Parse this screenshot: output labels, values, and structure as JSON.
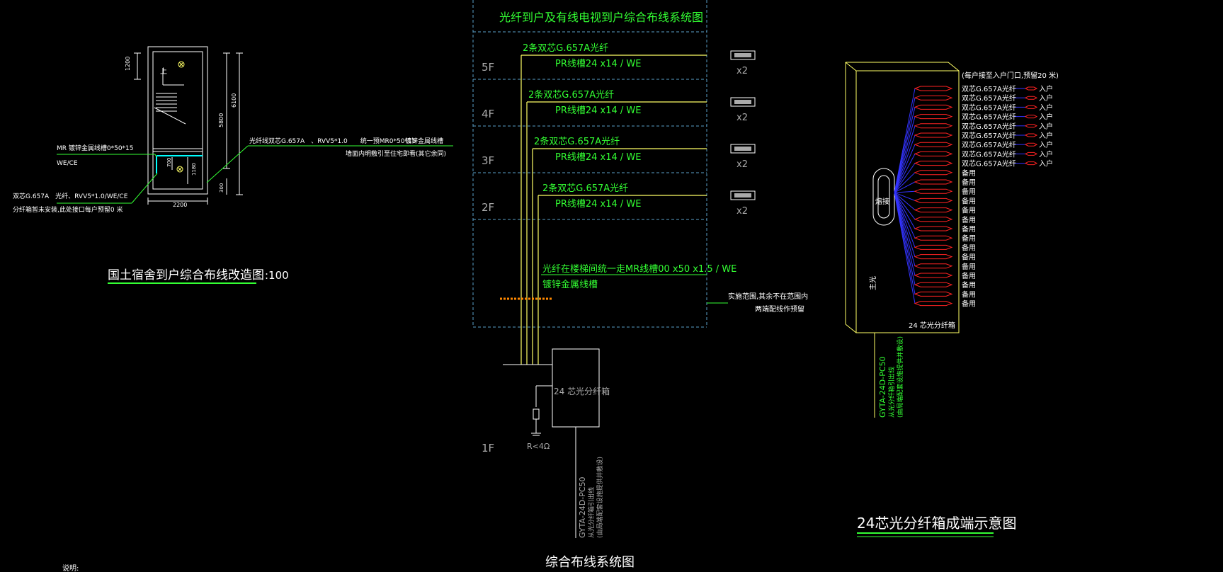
{
  "colors": {
    "background": "#000000",
    "green": "#33ff33",
    "yellow": "#ffff66",
    "white": "#ffffff",
    "gray": "#aaaaaa",
    "cyan": "#00ffff",
    "blue": "#3333ff",
    "red": "#ff2222",
    "dash_blue": "#5aa0c8",
    "orange": "#ff8800"
  },
  "left_plan": {
    "dim_1200": "1200",
    "dim_5800": "5800",
    "dim_6100": "6100",
    "dim_700": "700",
    "dim_1180": "1180",
    "dim_300": "300",
    "dim_2200": "2200",
    "stair_up": "上",
    "mr_label": "MR 镀锌金属线槽0*50*15",
    "we_ce": "WE/CE",
    "fiber_line": "光纤线双芯G.657A　、RVV5*1.0　　统一预MR0*50*15",
    "tray_label": "镀锌金属线槽",
    "wall_note": "墙面内明敷引至住宅即看(其它余同)",
    "fiber_note_1": "双芯G.657A　光纤、RVV5*1.0/WE/CE",
    "fiber_note_2": "分纤箱暂未安装,此处接口每户预留0 米",
    "title": "国土宿舍到户综合布线改造图",
    "scale": ":100"
  },
  "system": {
    "header": "光纤到户及有线电视到户综合布线系统图",
    "floors": [
      {
        "label": "5F",
        "fiber": "2条双芯G.657A光纤",
        "duct": "PR线槽24 x14 / WE",
        "count": "x2"
      },
      {
        "label": "4F",
        "fiber": "2条双芯G.657A光纤",
        "duct": "PR线槽24 x14 / WE",
        "count": "x2"
      },
      {
        "label": "3F",
        "fiber": "2条双芯G.657A光纤",
        "duct": "PR线槽24 x14 / WE",
        "count": "x2"
      },
      {
        "label": "2F",
        "fiber": "2条双芯G.657A光纤",
        "duct": "PR线槽24 x14 / WE",
        "count": "x2"
      }
    ],
    "stair_note": "光纤在楼梯间统一走MR线槽00 x50 x1.5 / WE",
    "stair_note2": "镀锌金属线槽",
    "scope_1": "实施范围,其余不在范围内",
    "scope_2": "两端配线作预留",
    "box_label": "24 芯光分纤箱",
    "ground": "R<4Ω",
    "floor_1": "1F",
    "cable_1": "GYTA-24D-PC50",
    "cable_2": "从光分纤箱引出线",
    "cable_3": "(由局端配套设施提供并敷设)",
    "title": "综合布线系统图"
  },
  "right_box": {
    "top_note": "(每户接至入户门口,预留20 米)",
    "fiber_rows": [
      "双芯G.657A光纤",
      "双芯G.657A光纤",
      "双芯G.657A光纤",
      "双芯G.657A光纤",
      "双芯G.657A光纤",
      "双芯G.657A光纤",
      "双芯G.657A光纤",
      "双芯G.657A光纤",
      "双芯G.657A光纤"
    ],
    "ruhu": "入户",
    "spare": "备用",
    "splice": "熔接",
    "main": "主光",
    "box_label": "24 芯光分纤箱",
    "cable_1": "GYTA-24D-PC50",
    "cable_2": "从光分纤箱引出线",
    "cable_3": "(由局端配套设施提供并敷设)",
    "title": "24芯光分纤箱成端示意图"
  },
  "footer": {
    "note": "说明:"
  }
}
